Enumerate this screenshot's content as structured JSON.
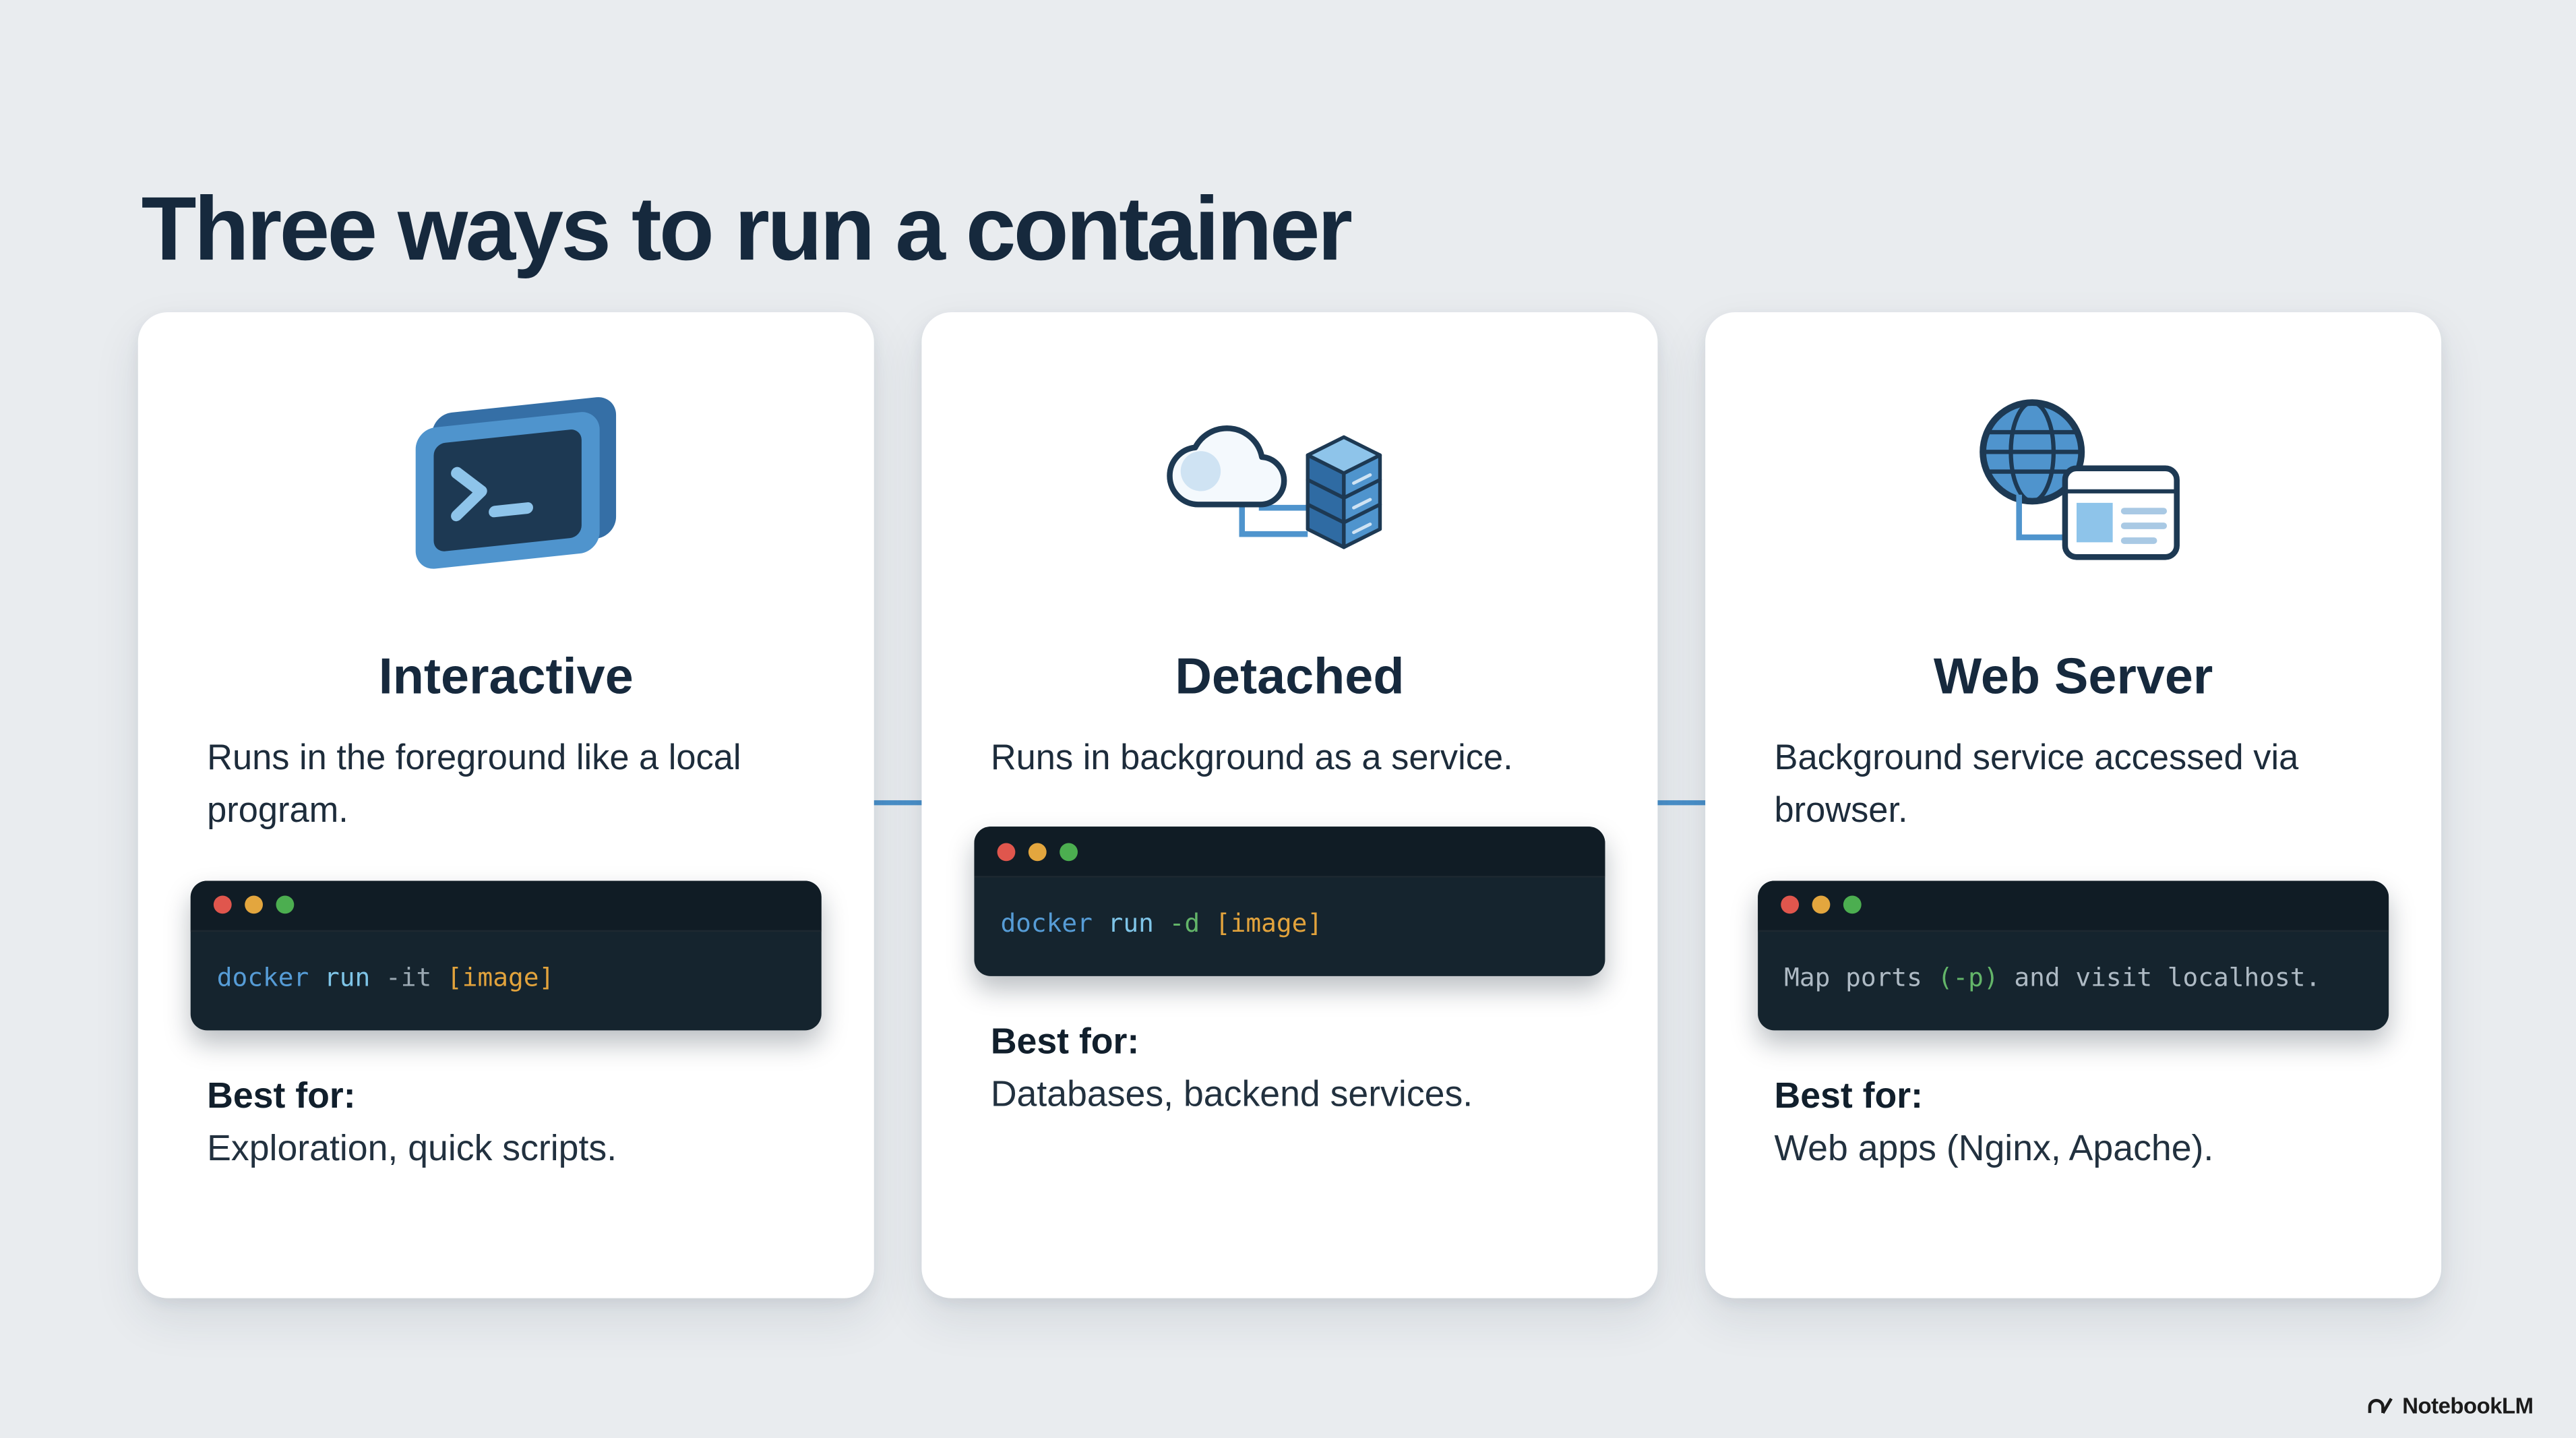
{
  "title": "Three ways to run a container",
  "cards": [
    {
      "icon": "terminal-icon",
      "title": "Interactive",
      "description": "Runs in the foreground like a local program.",
      "code_tokens": [
        {
          "text": "docker ",
          "color": "#569cd6"
        },
        {
          "text": "run ",
          "color": "#7fc5e8"
        },
        {
          "text": "-it ",
          "color": "#9aa8b2"
        },
        {
          "text": "[image]",
          "color": "#e2a33c"
        }
      ],
      "best_for_label": "Best for:",
      "best_for": "Exploration, quick scripts."
    },
    {
      "icon": "cloud-servers-icon",
      "title": "Detached",
      "description": "Runs in background as a service.",
      "code_tokens": [
        {
          "text": "docker ",
          "color": "#569cd6"
        },
        {
          "text": "run ",
          "color": "#7fc5e8"
        },
        {
          "text": "-d ",
          "color": "#63b569"
        },
        {
          "text": "[image]",
          "color": "#e2a33c"
        }
      ],
      "best_for_label": "Best for:",
      "best_for": "Databases, backend services."
    },
    {
      "icon": "globe-browser-icon",
      "title": "Web Server",
      "description": "Background service accessed via browser.",
      "code_tokens": [
        {
          "text": "Map ports ",
          "color": "#aebac4"
        },
        {
          "text": "(-p)",
          "color": "#63b569"
        },
        {
          "text": " and visit localhost.",
          "color": "#aebac4"
        }
      ],
      "best_for_label": "Best for:",
      "best_for": "Web apps (Nginx, Apache)."
    }
  ],
  "terminal": {
    "dot_colors": [
      "#e0564d",
      "#e3a63e",
      "#4cae50"
    ]
  },
  "footer": {
    "brand": "NotebookLM"
  },
  "colors": {
    "background": "#e9ecef",
    "card": "#ffffff",
    "heading": "#16293d",
    "terminal_bg": "#15242e",
    "terminal_header_bg": "#101c25",
    "connector": "#4a90c9"
  }
}
